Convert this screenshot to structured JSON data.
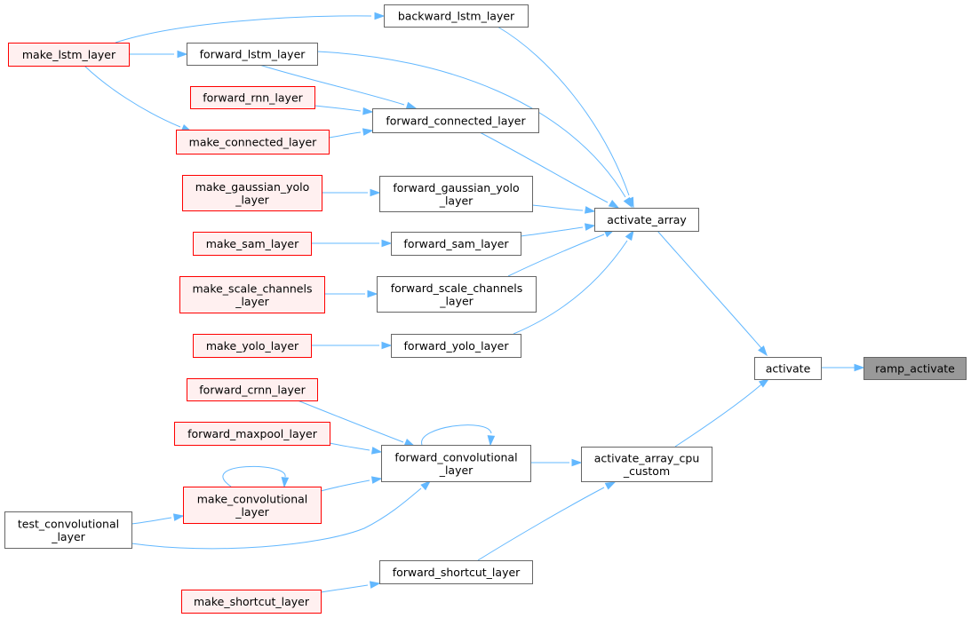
{
  "colors": {
    "edge": "#63b8ff",
    "focus_fill": "#999999",
    "focus_border": "#666666",
    "plain_fill": "#ffffff",
    "plain_border": "#666666",
    "red_fill": "#fff0f0",
    "red_border": "#ff0000"
  },
  "graph": {
    "focus_node": "ramp_activate",
    "nodes": [
      {
        "id": "ramp_activate",
        "lines": [
          "ramp_activate"
        ],
        "style": "focus"
      },
      {
        "id": "activate",
        "lines": [
          "activate"
        ],
        "style": "plain"
      },
      {
        "id": "activate_array",
        "lines": [
          "activate_array"
        ],
        "style": "plain"
      },
      {
        "id": "activate_array_cpu_custom",
        "lines": [
          "activate_array_cpu",
          "_custom"
        ],
        "style": "plain"
      },
      {
        "id": "backward_lstm_layer",
        "lines": [
          "backward_lstm_layer"
        ],
        "style": "plain"
      },
      {
        "id": "forward_lstm_layer",
        "lines": [
          "forward_lstm_layer"
        ],
        "style": "plain"
      },
      {
        "id": "make_lstm_layer",
        "lines": [
          "make_lstm_layer"
        ],
        "style": "red"
      },
      {
        "id": "forward_connected_layer",
        "lines": [
          "forward_connected_layer"
        ],
        "style": "plain"
      },
      {
        "id": "forward_rnn_layer",
        "lines": [
          "forward_rnn_layer"
        ],
        "style": "red"
      },
      {
        "id": "make_connected_layer",
        "lines": [
          "make_connected_layer"
        ],
        "style": "red"
      },
      {
        "id": "forward_gaussian_yolo_layer",
        "lines": [
          "forward_gaussian_yolo",
          "_layer"
        ],
        "style": "plain"
      },
      {
        "id": "make_gaussian_yolo_layer",
        "lines": [
          "make_gaussian_yolo",
          "_layer"
        ],
        "style": "red"
      },
      {
        "id": "forward_sam_layer",
        "lines": [
          "forward_sam_layer"
        ],
        "style": "plain"
      },
      {
        "id": "make_sam_layer",
        "lines": [
          "make_sam_layer"
        ],
        "style": "red"
      },
      {
        "id": "forward_scale_channels_layer",
        "lines": [
          "forward_scale_channels",
          "_layer"
        ],
        "style": "plain"
      },
      {
        "id": "make_scale_channels_layer",
        "lines": [
          "make_scale_channels",
          "_layer"
        ],
        "style": "red"
      },
      {
        "id": "forward_yolo_layer",
        "lines": [
          "forward_yolo_layer"
        ],
        "style": "plain"
      },
      {
        "id": "make_yolo_layer",
        "lines": [
          "make_yolo_layer"
        ],
        "style": "red"
      },
      {
        "id": "forward_convolutional_layer",
        "lines": [
          "forward_convolutional",
          "_layer"
        ],
        "style": "plain"
      },
      {
        "id": "forward_crnn_layer",
        "lines": [
          "forward_crnn_layer"
        ],
        "style": "red"
      },
      {
        "id": "forward_maxpool_layer",
        "lines": [
          "forward_maxpool_layer"
        ],
        "style": "red"
      },
      {
        "id": "make_convolutional_layer",
        "lines": [
          "make_convolutional",
          "_layer"
        ],
        "style": "red"
      },
      {
        "id": "test_convolutional_layer",
        "lines": [
          "test_convolutional",
          "_layer"
        ],
        "style": "plain"
      },
      {
        "id": "forward_shortcut_layer",
        "lines": [
          "forward_shortcut_layer"
        ],
        "style": "plain"
      },
      {
        "id": "make_shortcut_layer",
        "lines": [
          "make_shortcut_layer"
        ],
        "style": "red"
      }
    ],
    "edges": [
      {
        "from": "activate",
        "to": "ramp_activate"
      },
      {
        "from": "activate_array",
        "to": "activate"
      },
      {
        "from": "activate_array_cpu_custom",
        "to": "activate"
      },
      {
        "from": "backward_lstm_layer",
        "to": "activate_array"
      },
      {
        "from": "forward_lstm_layer",
        "to": "activate_array"
      },
      {
        "from": "forward_connected_layer",
        "to": "activate_array"
      },
      {
        "from": "forward_gaussian_yolo_layer",
        "to": "activate_array"
      },
      {
        "from": "forward_sam_layer",
        "to": "activate_array"
      },
      {
        "from": "forward_scale_channels_layer",
        "to": "activate_array"
      },
      {
        "from": "forward_yolo_layer",
        "to": "activate_array"
      },
      {
        "from": "make_lstm_layer",
        "to": "backward_lstm_layer"
      },
      {
        "from": "make_lstm_layer",
        "to": "forward_lstm_layer"
      },
      {
        "from": "make_lstm_layer",
        "to": "make_connected_layer"
      },
      {
        "from": "forward_lstm_layer",
        "to": "forward_connected_layer"
      },
      {
        "from": "forward_rnn_layer",
        "to": "forward_connected_layer"
      },
      {
        "from": "make_connected_layer",
        "to": "forward_connected_layer"
      },
      {
        "from": "make_gaussian_yolo_layer",
        "to": "forward_gaussian_yolo_layer"
      },
      {
        "from": "make_sam_layer",
        "to": "forward_sam_layer"
      },
      {
        "from": "make_scale_channels_layer",
        "to": "forward_scale_channels_layer"
      },
      {
        "from": "make_yolo_layer",
        "to": "forward_yolo_layer"
      },
      {
        "from": "forward_convolutional_layer",
        "to": "activate_array_cpu_custom"
      },
      {
        "from": "forward_shortcut_layer",
        "to": "activate_array_cpu_custom"
      },
      {
        "from": "forward_convolutional_layer",
        "to": "forward_convolutional_layer"
      },
      {
        "from": "forward_crnn_layer",
        "to": "forward_convolutional_layer"
      },
      {
        "from": "forward_maxpool_layer",
        "to": "forward_convolutional_layer"
      },
      {
        "from": "make_convolutional_layer",
        "to": "forward_convolutional_layer"
      },
      {
        "from": "test_convolutional_layer",
        "to": "forward_convolutional_layer"
      },
      {
        "from": "make_convolutional_layer",
        "to": "make_convolutional_layer"
      },
      {
        "from": "test_convolutional_layer",
        "to": "make_convolutional_layer"
      },
      {
        "from": "make_shortcut_layer",
        "to": "forward_shortcut_layer"
      }
    ]
  }
}
